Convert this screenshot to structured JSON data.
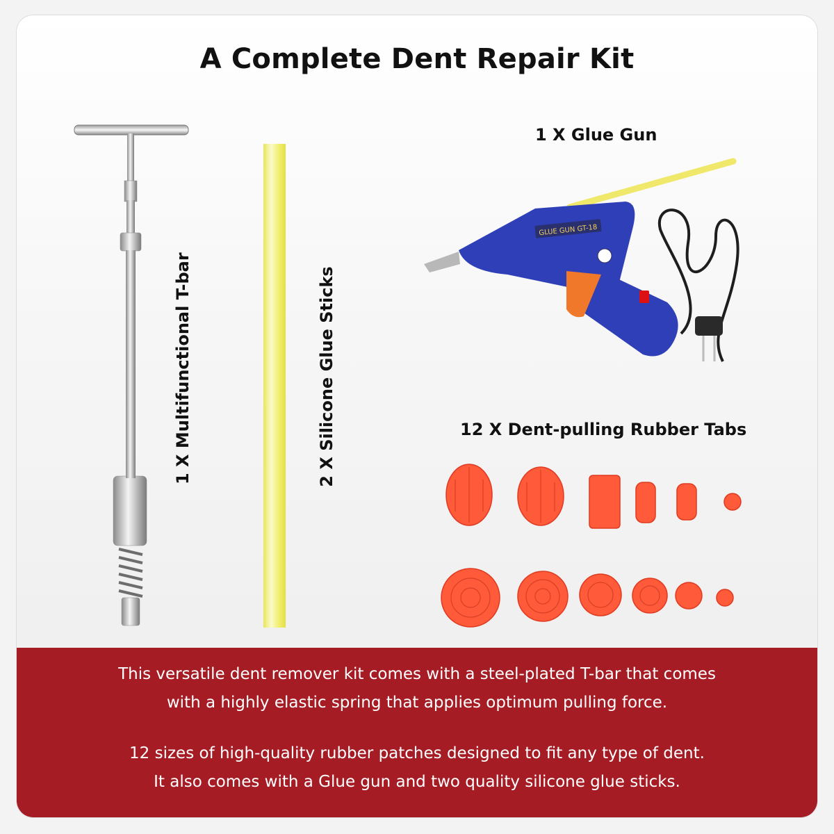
{
  "title": "A Complete Dent Repair Kit",
  "labels": {
    "tbar": "1 X Multifunctional T-bar",
    "glue_sticks": "2 X Silicone Glue Sticks",
    "glue_gun": "1 X Glue Gun",
    "rubber_tabs": "12 X Dent-pulling Rubber Tabs"
  },
  "glue_gun_print": "GLUE GUN GT-18",
  "description": {
    "line1": "This versatile dent remover kit comes with a steel-plated T-bar that comes",
    "line2": "with a highly elastic spring that applies optimum pulling force.",
    "line3": "12 sizes of high-quality rubber patches designed to fit any type of dent.",
    "line4": "It also comes with a Glue gun and two quality silicone glue sticks."
  },
  "colors": {
    "accent_red": "#a51c24",
    "tab_orange": "#ff5a3a",
    "gun_blue": "#2f3fb8",
    "glue_yellow": "#f2ee7a"
  }
}
